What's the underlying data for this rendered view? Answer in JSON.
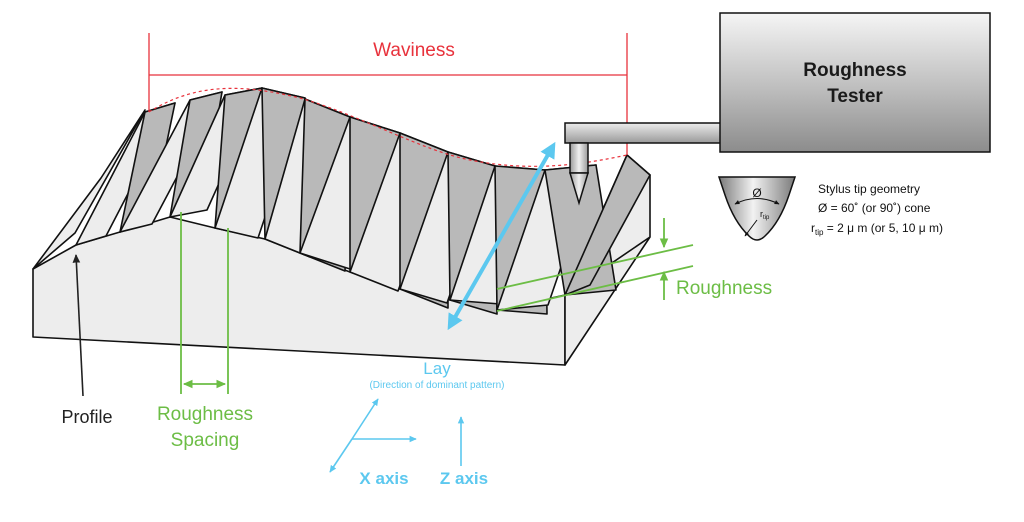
{
  "labels": {
    "waviness": "Waviness",
    "tester_line1": "Roughness",
    "tester_line2": "Tester",
    "stylus_title": "Stylus tip geometry",
    "stylus_line1": "Ø  = 60˚ (or 90˚) cone",
    "stylus_line2": "r",
    "stylus_line2_sub": "tip",
    "stylus_line2_rest": " = 2 μ m (or 5, 10 μ m)",
    "phi_symbol": "Ø",
    "rtip_small": "r",
    "rtip_small_sub": "tip",
    "roughness": "Roughness",
    "lay": "Lay",
    "lay_sub": "(Direction of dominant pattern)",
    "profile": "Profile",
    "roughness_spacing_1": "Roughness",
    "roughness_spacing_2": "Spacing",
    "x_axis": "X axis",
    "z_axis": "Z axis"
  },
  "colors": {
    "waviness": "#e8323c",
    "roughness": "#6cbd45",
    "lay": "#5cc8ef",
    "profile": "#222222",
    "block_light": "#ededed",
    "block_dark": "#b9b9b9"
  }
}
